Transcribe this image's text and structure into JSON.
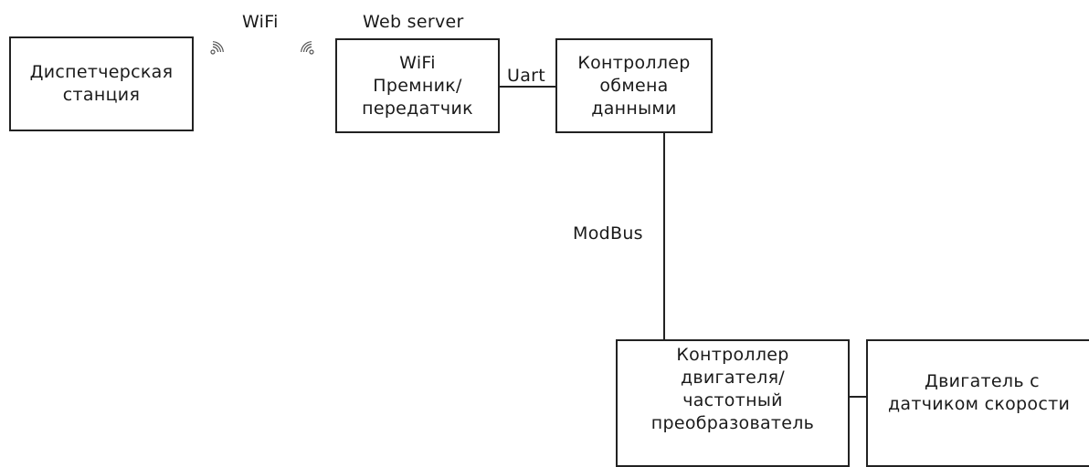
{
  "diagram": {
    "boxes": {
      "dispatch": {
        "lines": [
          "Диспетчерская",
          "станция"
        ]
      },
      "wifi_module": {
        "lines": [
          "WiFi",
          "Премник/",
          "передатчик"
        ]
      },
      "exchange_controller": {
        "lines": [
          "Контроллер",
          "обмена",
          "данными"
        ]
      },
      "motor_controller": {
        "lines": [
          "Контроллер",
          "двигателя/",
          "частотный",
          "преобразователь"
        ]
      },
      "motor": {
        "lines": [
          "Двигатель с",
          "датчиком скорости"
        ]
      }
    },
    "labels": {
      "wifi": "WiFi",
      "web_server": "Web server",
      "uart": "Uart",
      "modbus": "ModBus"
    },
    "icons": {
      "signal_left": "wifi-signal-icon",
      "signal_right": "wifi-signal-icon"
    },
    "colors": {
      "stroke": "#222222",
      "icon": "#555555"
    }
  }
}
